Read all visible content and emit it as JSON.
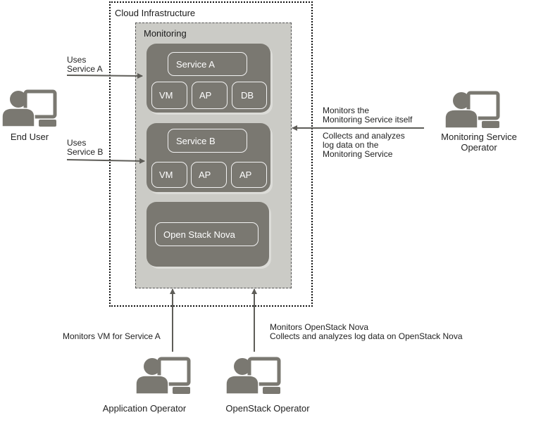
{
  "cloud": {
    "label": "Cloud Infrastructure"
  },
  "monitoring": {
    "label": "Monitoring"
  },
  "service_a": {
    "title": "Service A",
    "components": [
      "VM",
      "AP",
      "DB"
    ]
  },
  "service_b": {
    "title": "Service B",
    "components": [
      "VM",
      "AP",
      "AP"
    ]
  },
  "nova": {
    "title": "Open Stack Nova"
  },
  "actors": {
    "end_user": {
      "label": "End User"
    },
    "monitoring_operator": {
      "label_line1": "Monitoring Service",
      "label_line2": "Operator"
    },
    "application_operator": {
      "label": "Application  Operator"
    },
    "openstack_operator": {
      "label": "OpenStack Operator"
    }
  },
  "edges": {
    "uses_a": {
      "line1": "Uses",
      "line2": "Service A"
    },
    "uses_b": {
      "line1": "Uses",
      "line2": "Service B"
    },
    "monitor_self": {
      "line1": "Monitors the",
      "line2": "Monitoring Service itself"
    },
    "collect_self": {
      "line1": "Collects and analyzes",
      "line2": "log data on the",
      "line3": "Monitoring Service"
    },
    "monitor_vm": {
      "text": "Monitors VM  for Service A"
    },
    "monitor_nova": {
      "line1": "Monitors OpenStack Nova",
      "line2": "Collects and analyzes log data on OpenStack Nova"
    }
  },
  "colors": {
    "block": "#7a7871",
    "panel": "#cbcbc6",
    "icon": "#7a7871",
    "arrow": "#5e5d58"
  }
}
